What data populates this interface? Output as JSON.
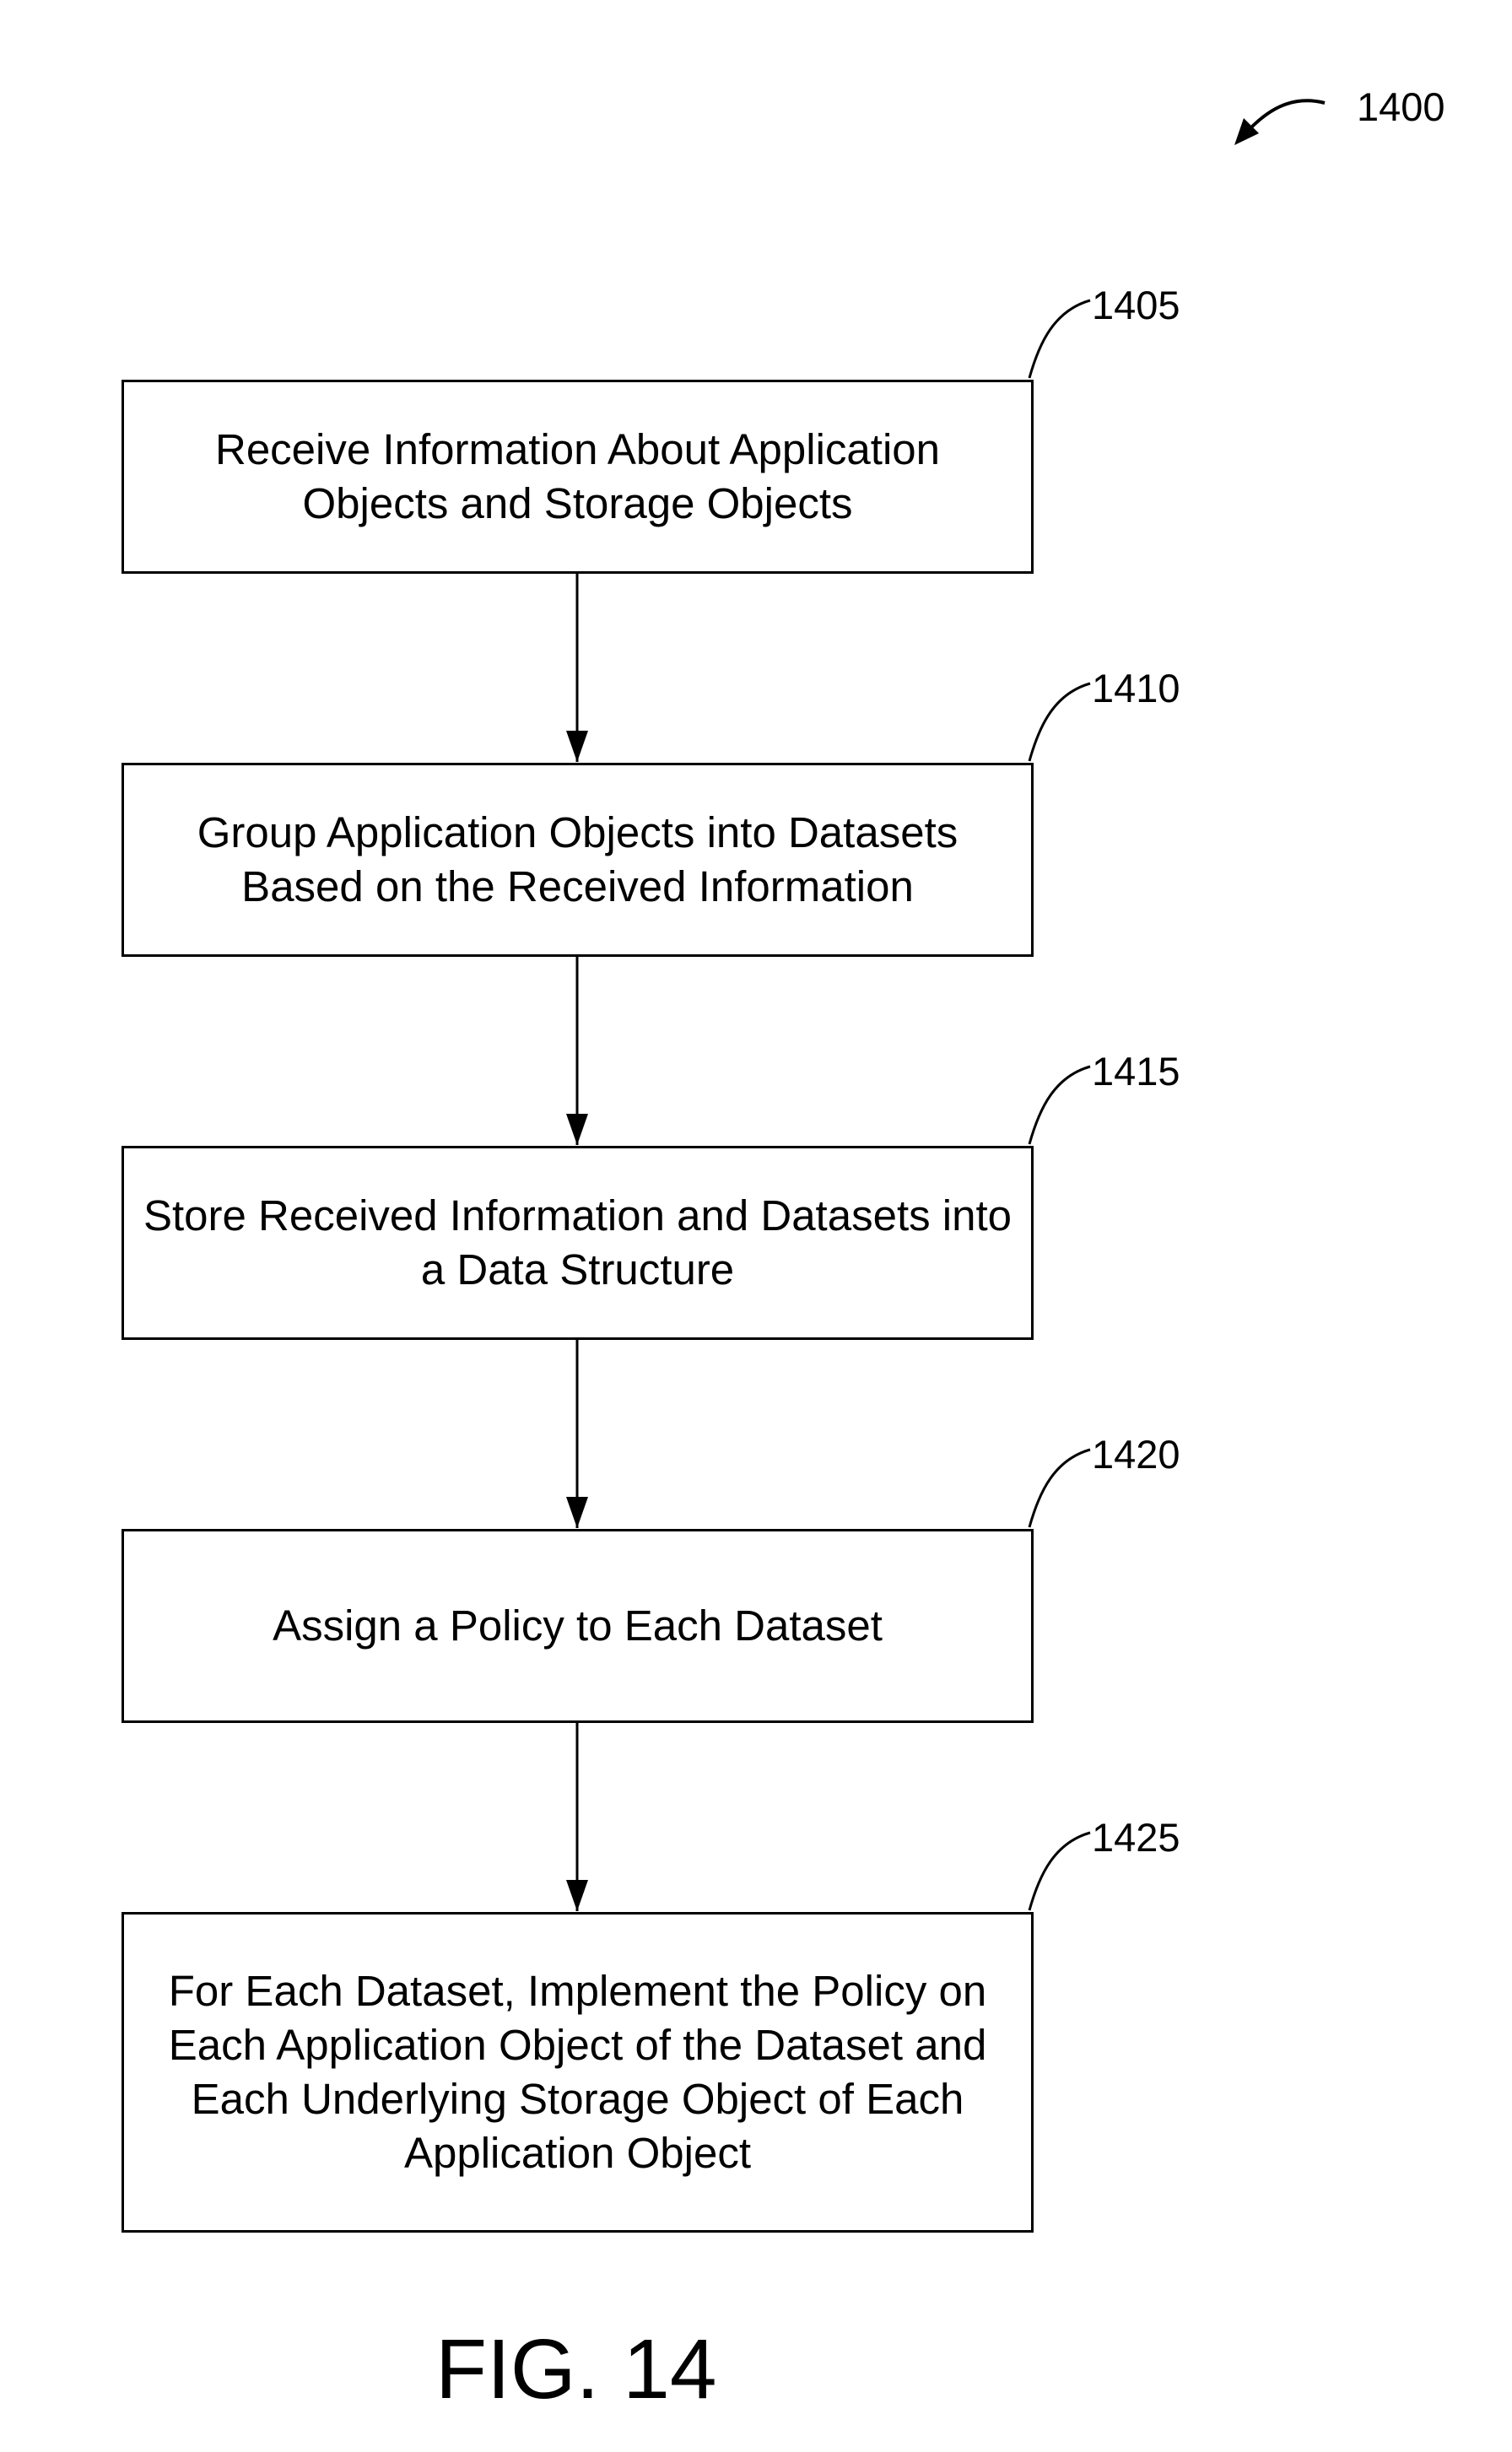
{
  "figure": {
    "ref": "1400",
    "caption": "FIG. 14"
  },
  "steps": [
    {
      "ref": "1405",
      "text": "Receive Information About Application Objects and Storage Objects"
    },
    {
      "ref": "1410",
      "text": "Group Application Objects into Datasets Based on the Received Information"
    },
    {
      "ref": "1415",
      "text": "Store Received Information and Datasets into a Data Structure"
    },
    {
      "ref": "1420",
      "text": "Assign a Policy to Each Dataset"
    },
    {
      "ref": "1425",
      "text": "For Each Dataset, Implement the Policy on Each Application Object of the Dataset and Each Underlying Storage Object of Each Application Object"
    }
  ]
}
